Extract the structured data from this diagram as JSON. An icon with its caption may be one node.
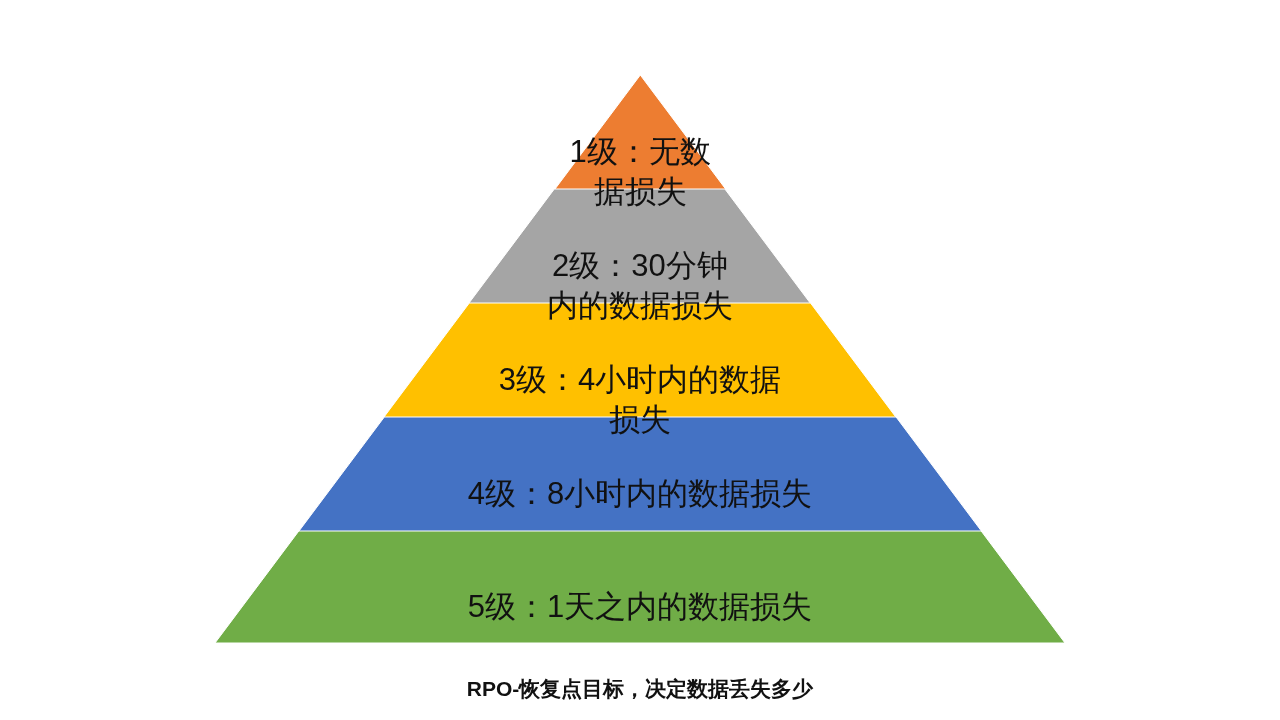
{
  "diagram": {
    "caption": "RPO-恢复点目标，决定数据丢失多少",
    "nodes": [
      {
        "text": [
          "1级：无数据损失"
        ]
      },
      {
        "text": [
          "2级：30分钟内的数据损失"
        ]
      },
      {
        "text": [
          "3级：4小时内的数据损失"
        ]
      },
      {
        "text": [
          "4级：8小时内的数据损失"
        ]
      },
      {
        "text": [
          "5级：1天之内的数据损失"
        ]
      }
    ]
  }
}
